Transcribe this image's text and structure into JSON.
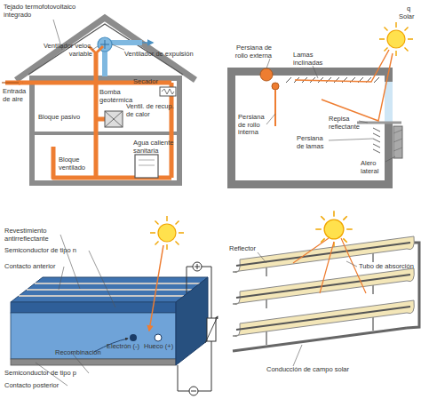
{
  "diagram": {
    "labels": [
      "Tejado termofotovoltaico integrado",
      "Ventilador veloc. variable",
      "Ventilador de expulsión",
      "Entrada de aire",
      "Secador",
      "Bomba geotérmica",
      "Ventil. de recup. de calor",
      "Bloque pasivo",
      "Agua caliente sanitaria",
      "Bloque ventilado",
      "q",
      "Solar",
      "Persiana de rollo externa",
      "Lamas inclinadas",
      "Persiana de rollo interna",
      "Repisa reflectante",
      "Persiana de lamas",
      "Alero lateral",
      "Revestimiento antirreflectante",
      "Semiconductor de tipo n",
      "Contacto anterior",
      "Electrón (-)",
      "Hueco (+)",
      "Recombinación",
      "Semiconductor de tipo p",
      "Contacto posterior",
      "Reflector",
      "Tubo de absorción",
      "Conducción de campo solar"
    ]
  }
}
